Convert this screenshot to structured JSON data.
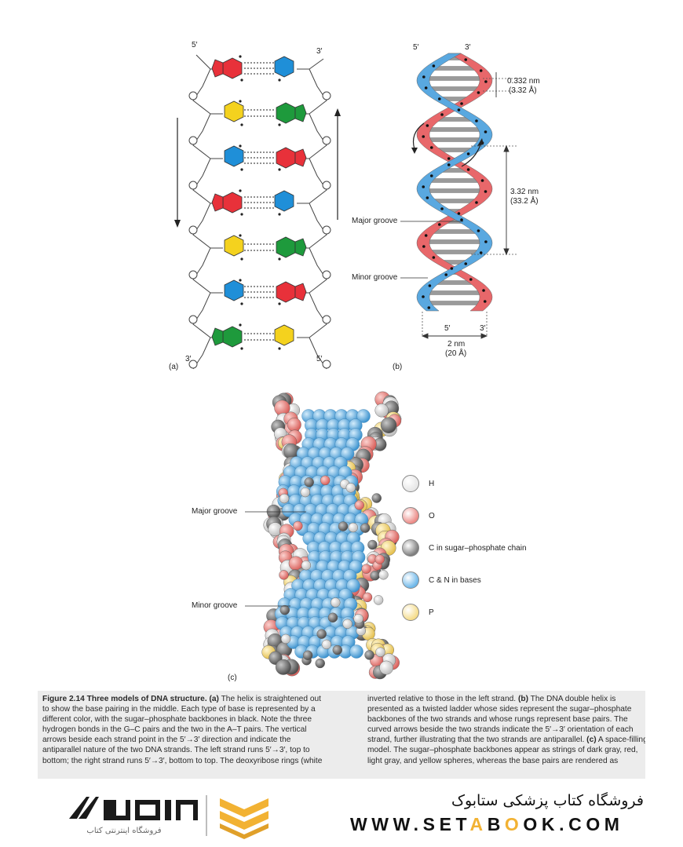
{
  "panel_a": {
    "top_left_end": "5′",
    "top_right_end": "3′",
    "bottom_left_end": "3′",
    "bottom_right_end": "5′",
    "label": "(a)",
    "pairs": [
      {
        "left": "red",
        "right": "blue"
      },
      {
        "left": "yellow",
        "right": "green"
      },
      {
        "left": "blue",
        "right": "red"
      },
      {
        "left": "red",
        "right": "blue"
      },
      {
        "left": "yellow",
        "right": "green"
      },
      {
        "left": "blue",
        "right": "red"
      },
      {
        "left": "green",
        "right": "yellow"
      }
    ]
  },
  "panel_b": {
    "top_left_end": "5′",
    "top_right_end": "3′",
    "bottom_left_end": "5′",
    "bottom_right_end": "3′",
    "rise_value": "0.332 nm",
    "rise_angstrom": "(3.32 Å)",
    "pitch_value": "3.32 nm",
    "pitch_angstrom": "(33.2 Å)",
    "major_groove": "Major groove",
    "minor_groove": "Minor groove",
    "width_value": "2 nm",
    "width_angstrom": "(20 Å)",
    "label": "(b)"
  },
  "panel_c": {
    "major_groove": "Major groove",
    "minor_groove": "Minor groove",
    "label": "(c)",
    "legend": [
      {
        "symbol": "H",
        "color": "#e6e6e6"
      },
      {
        "symbol": "O",
        "color": "#ec8a86"
      },
      {
        "symbol": "C in sugar–phosphate chain",
        "color": "#7d7d7d"
      },
      {
        "symbol": "C & N in bases",
        "color": "#6db7e9"
      },
      {
        "symbol": "P",
        "color": "#f5dc8a"
      }
    ]
  },
  "colors": {
    "red_base": "#e8313a",
    "blue_base": "#1f8fd8",
    "yellow_base": "#f4d21e",
    "green_base": "#1e9a3c",
    "strand_red": "#e8676a",
    "strand_blue": "#59a8e0",
    "caption_bg": "#ececec",
    "logo_orange": "#f2b233"
  },
  "caption": {
    "left": [
      {
        "t": "Figure 2.14 Three models of DNA structure.",
        "b": true
      },
      {
        "t": " (a)",
        "b": true
      },
      {
        "t": " The helix is straightened out to show the base pairing in the middle. Each type of base is represented by a different color, with the sugar–phosphate backbones in black. Note the three hydrogen bonds in the G–C pairs and the two in the A–T pairs. The vertical arrows beside each strand point in the 5′→3′ direction and indicate the antiparallel nature of the two DNA strands. The left strand runs 5′→3′, top to bottom; the right strand runs 5′→3′, bottom to top. The deoxyribose rings (white",
        "b": false
      }
    ],
    "right": [
      {
        "t": "inverted relative to those in the left strand.",
        "b": false
      },
      {
        "t": " (b)",
        "b": true
      },
      {
        "t": " The DNA double helix is presented as a twisted ladder whose sides represent the sugar–phosphate backbones of the two strands and whose rungs represent base pairs. The curved arrows beside the two strands indicate the 5′→3′ orientation of each strand, further illustrating that the two strands are antiparallel.",
        "b": false
      },
      {
        "t": " (c)",
        "b": true
      },
      {
        "t": " A space-filling model. The sugar–phosphate backbones appear as strings of dark gray, red, light gray, and yellow spheres, whereas the base pairs are rendered as",
        "b": false
      }
    ]
  },
  "footer": {
    "persian_title": "فروشگاه کتاب پزشکی ستابوک",
    "url_before": "WWW.SET",
    "url_highlight": "A",
    "url_middle": "B",
    "url_highlight2": "O",
    "url_after": "OK.COM",
    "logo_subtitle": "فروشگاه اینترنتی کتاب",
    "logo_text": "ستابوک"
  }
}
